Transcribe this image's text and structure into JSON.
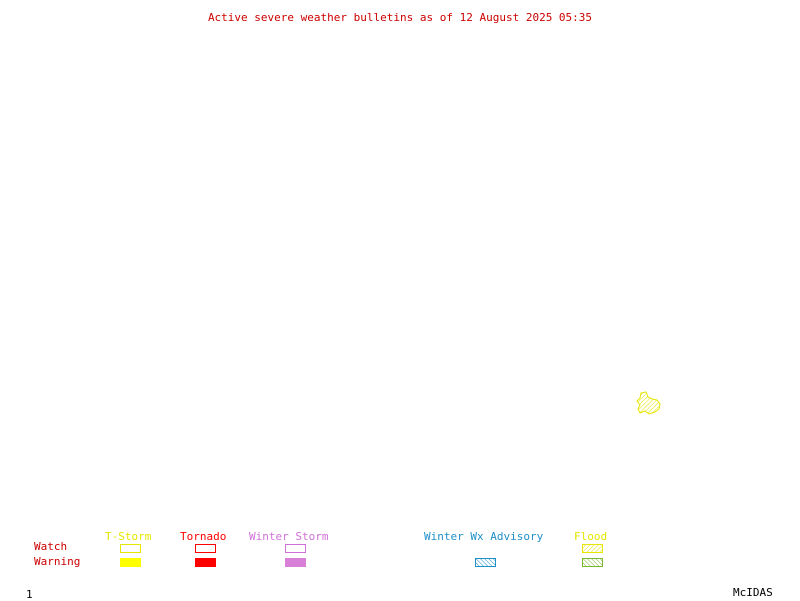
{
  "title": "Active severe weather bulletins as of 12 August 2025 05:35",
  "map": {
    "features": [
      {
        "type": "Flood",
        "status": "Watch",
        "color": "#e6e600"
      }
    ]
  },
  "legend": {
    "row_labels": {
      "watch": "Watch",
      "warning": "Warning"
    },
    "categories": [
      {
        "key": "tstorm",
        "label": "T-Storm",
        "color": "#e6e600",
        "watch_style": "outline",
        "warning_style": "filled"
      },
      {
        "key": "tornado",
        "label": "Tornado",
        "color": "#ff0000",
        "watch_style": "outline",
        "warning_style": "filled"
      },
      {
        "key": "winter_storm",
        "label": "Winter Storm",
        "color": "#d070d8",
        "watch_style": "outline",
        "warning_style": "filled"
      },
      {
        "key": "winter_wx_advisory",
        "label": "Winter Wx Advisory",
        "color": "#1f8fc8",
        "watch_style": "none",
        "warning_style": "hatched"
      },
      {
        "key": "flood",
        "label": "Flood",
        "color": "#e6e600",
        "warning_color": "#7ab82e",
        "watch_style": "hatched",
        "warning_style": "hatched"
      }
    ],
    "colors": {
      "title": "#cc0000",
      "row_label": "#cc0000"
    }
  },
  "footer": {
    "frame_number": "1",
    "brand": "McIDAS"
  }
}
